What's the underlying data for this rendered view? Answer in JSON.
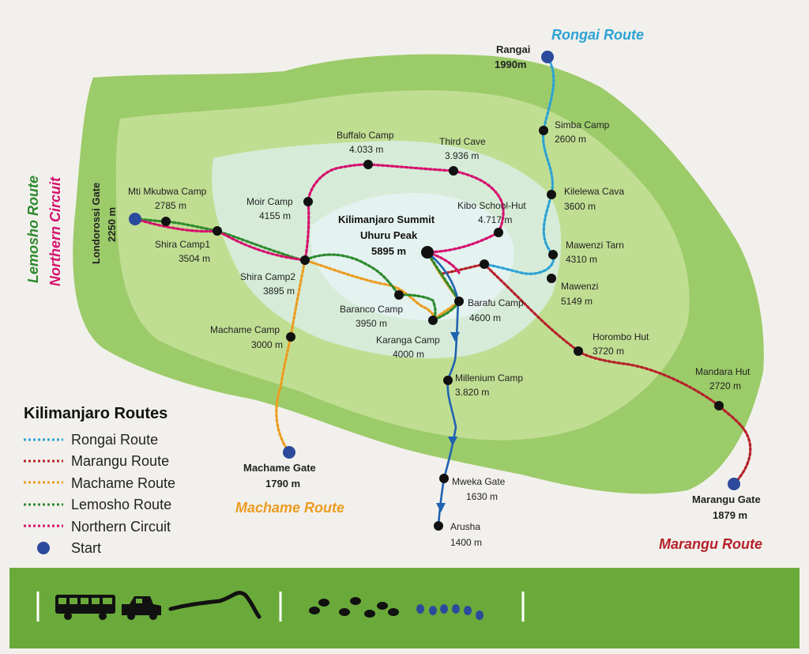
{
  "colors": {
    "background": "#f2f0ec",
    "mountain_outer": "#9ccb6a",
    "mountain_mid": "#c0de92",
    "mountain_inner": "#d6ecd8",
    "mountain_core": "#e4f2f0",
    "footer": "#6aaa3a",
    "rongai": "#2ba2d4",
    "marangu": "#b5222a",
    "machame": "#ec9c20",
    "lemosho": "#2e8a2e",
    "northern": "#d6106e",
    "start": "#2c4a9c",
    "descent": "#1f63b0"
  },
  "legend": {
    "title": "Kilimanjaro Routes",
    "items": [
      {
        "label": "Rongai Route",
        "color_key": "rongai"
      },
      {
        "label": "Marangu Route",
        "color_key": "marangu"
      },
      {
        "label": "Machame Route",
        "color_key": "machame"
      },
      {
        "label": "Lemosho Route",
        "color_key": "lemosho"
      },
      {
        "label": "Northern Circuit",
        "color_key": "northern"
      },
      {
        "label": "Start",
        "color_key": "start",
        "symbol": "dot"
      }
    ]
  },
  "route_titles": {
    "rongai": "Rongai Route",
    "lemosho": "Lemosho Route",
    "northern": "Northern Circuit",
    "machame": "Machame Route",
    "marangu": "Marangu Route"
  },
  "summit": {
    "line1": "Kilimanjaro Summit",
    "line2": "Uhuru Peak",
    "line3": "5895 m"
  },
  "waypoints": {
    "rangai": {
      "name": "Rangai",
      "alt": "1990m"
    },
    "simba": {
      "name": "Simba Camp",
      "alt": "2600 m"
    },
    "kilelewa": {
      "name": "Kilelewa Cava",
      "alt": "3600 m"
    },
    "mawenzi_tarn": {
      "name": "Mawenzi Tarn",
      "alt": "4310 m"
    },
    "mawenzi": {
      "name": "Mawenzi",
      "alt": "5149 m"
    },
    "horombo": {
      "name": "Horombo Hut",
      "alt": "3720 m"
    },
    "mandara": {
      "name": "Mandara Hut",
      "alt": "2720 m"
    },
    "marangu_gate": {
      "name": "Marangu Gate",
      "alt": "1879 m"
    },
    "buffalo": {
      "name": "Buffalo Camp",
      "alt": "4.033 m"
    },
    "third_cave": {
      "name": "Third Cave",
      "alt": "3.936 m"
    },
    "kibo": {
      "name": "Kibo School-Hut",
      "alt": "4.717 m"
    },
    "moir": {
      "name": "Moir Camp",
      "alt": "4155 m"
    },
    "mti_mkubwa": {
      "name": "Mti Mkubwa Camp",
      "alt": "2785 m"
    },
    "londorossi": {
      "name": "Londorossi Gate",
      "alt": "2250 m"
    },
    "shira1": {
      "name": "Shira Camp1",
      "alt": "3504 m"
    },
    "shira2": {
      "name": "Shira Camp2",
      "alt": "3895 m"
    },
    "machame_camp": {
      "name": "Machame Camp",
      "alt": "3000 m"
    },
    "machame_gate": {
      "name": "Machame Gate",
      "alt": "1790 m"
    },
    "baranco": {
      "name": "Baranco Camp",
      "alt": "3950 m"
    },
    "karanga": {
      "name": "Karanga Camp",
      "alt": "4000 m"
    },
    "barafu": {
      "name": "Barafu Camp",
      "alt": "4600 m"
    },
    "millenium": {
      "name": "Millenium Camp",
      "alt": "3.820 m"
    },
    "mweka": {
      "name": "Mweka Gate",
      "alt": "1630 m"
    },
    "arusha": {
      "name": "Arusha",
      "alt": "1400 m"
    }
  },
  "footer": {
    "icons": [
      "bus-icon",
      "jeep-icon",
      "road-icon",
      "footprints-icon",
      "trail-dots-icon"
    ]
  }
}
